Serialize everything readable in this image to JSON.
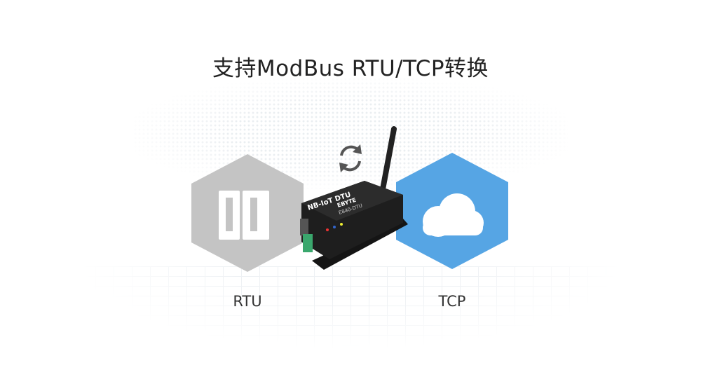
{
  "title": "支持ModBus RTU/TCP转换",
  "left_node": {
    "label": "RTU",
    "icon": "rtu-module-icon",
    "color": "#c4c4c4"
  },
  "right_node": {
    "label": "TCP",
    "icon": "cloud-icon",
    "color": "#56a5e4"
  },
  "sync_icon": "refresh-icon",
  "device": {
    "name": "NB-IoT DTU",
    "brand": "EBYTE",
    "model": "E840-DTU"
  }
}
